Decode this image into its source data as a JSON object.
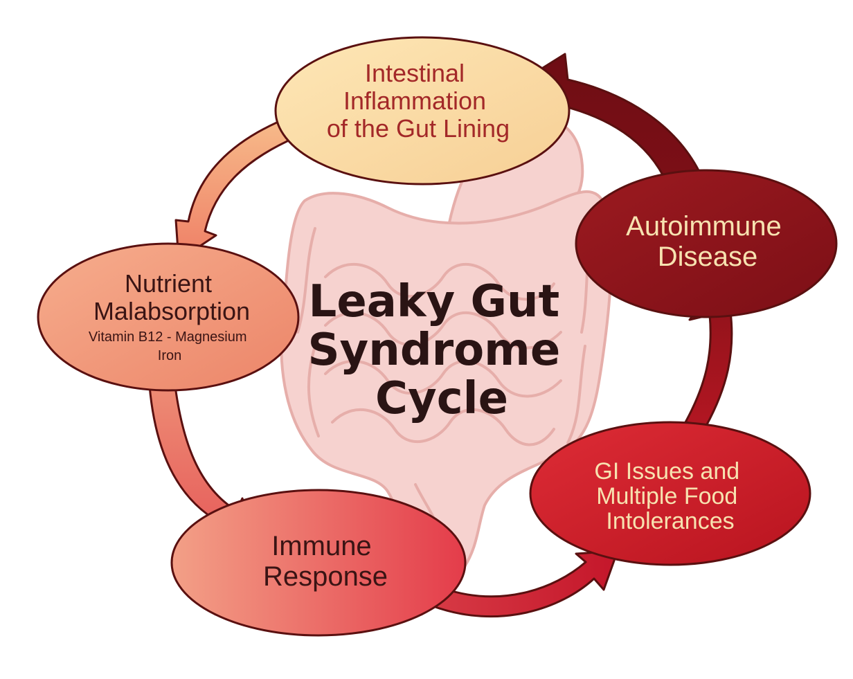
{
  "title": {
    "lines": [
      "Leaky Gut",
      "Syndrome",
      "Cycle"
    ]
  },
  "nodes": {
    "intestinal": {
      "lines": [
        "Intestinal",
        "Inflammation",
        "of the Gut Lining"
      ],
      "text_color": "#a32828"
    },
    "autoimmune": {
      "lines": [
        "Autoimmune",
        "Disease"
      ],
      "text_color": "#f7e2b0"
    },
    "gi": {
      "lines": [
        "GI Issues and",
        "Multiple Food",
        "Intolerances"
      ],
      "text_color": "#f7e2b0"
    },
    "immune": {
      "lines": [
        "Immune",
        "Response"
      ],
      "text_color": "#3a1414"
    },
    "nutrient": {
      "lines": [
        "Nutrient",
        "Malabsorption"
      ],
      "sub_lines": [
        "Vitamin B12 - Magnesium",
        "Iron"
      ],
      "text_color": "#3a1414"
    }
  },
  "colors": {
    "outline": "#5a1010",
    "gut_fill": "#f6d2cf",
    "gut_stroke": "#e6aeaa",
    "intestinal_fill": "#fbe0a8",
    "nutrient_fill": "#f2957a",
    "immune_fill": "#ea5a5a",
    "gi_fill": "#cc1f2c",
    "autoimmune_fill": "#8e161c"
  }
}
